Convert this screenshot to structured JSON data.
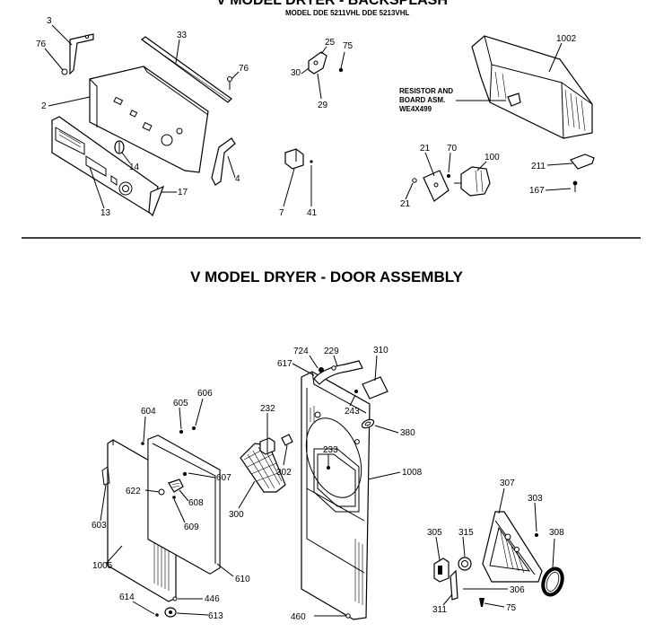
{
  "backsplash": {
    "title": "V MODEL DRYER - BACKSPLASH",
    "models": "MODEL DDE 5211VHL  DDE 5213VHL",
    "note_line1": "RESISTOR AND",
    "note_line2": "BOARD ASM.",
    "note_line3": "WE4X499",
    "labels": {
      "p3": "3",
      "p76a": "76",
      "p33": "33",
      "p76b": "76",
      "p25": "25",
      "p75": "75",
      "p30": "30",
      "p29": "29",
      "p2": "2",
      "p14": "14",
      "p4": "4",
      "p17": "17",
      "p13": "13",
      "p7": "7",
      "p41": "41",
      "p1002": "1002",
      "p21a": "21",
      "p70": "70",
      "p100": "100",
      "p211": "211",
      "p167": "167",
      "p21b": "21"
    }
  },
  "door": {
    "title": "V MODEL DRYER - DOOR ASSEMBLY",
    "labels": {
      "p724": "724",
      "p229": "229",
      "p310": "310",
      "p617": "617",
      "p243": "243",
      "p380": "380",
      "p233": "233",
      "p1008": "1008",
      "p232": "232",
      "p302": "302",
      "p300": "300",
      "p604": "604",
      "p605": "605",
      "p606": "606",
      "p607": "607",
      "p622": "622",
      "p608": "608",
      "p609": "609",
      "p603": "603",
      "p1005": "1005",
      "p610": "610",
      "p614": "614",
      "p446": "446",
      "p613": "613",
      "p460": "460",
      "p307": "307",
      "p303": "303",
      "p305": "305",
      "p315": "315",
      "p308": "308",
      "p306": "306",
      "p311": "311",
      "p75": "75"
    }
  }
}
